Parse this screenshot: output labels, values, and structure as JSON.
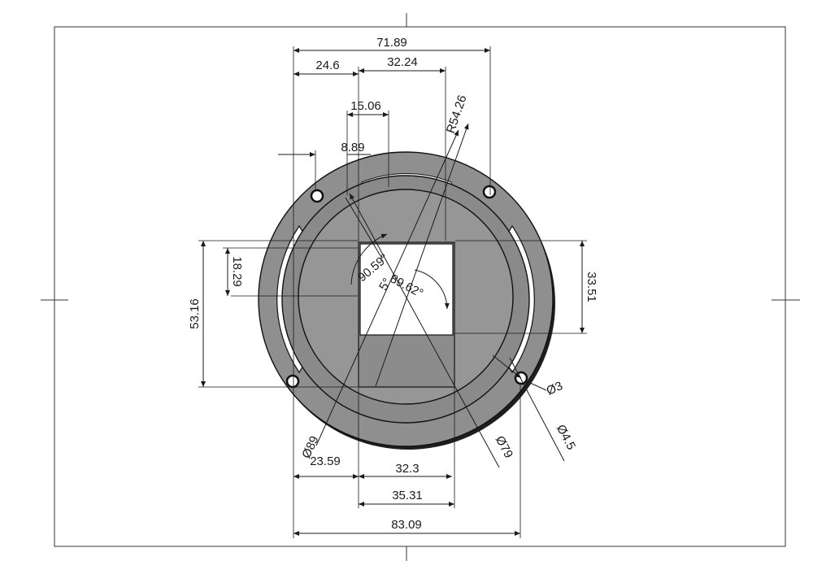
{
  "drawing": {
    "colors": {
      "part_face": "#8f8f8f",
      "part_inner": "#969696",
      "part_edge": "#111111",
      "background": "#ffffff",
      "annotation": "#1a1a1a"
    },
    "dimensions": {
      "top_overall": "71.89",
      "top_left": "24.6",
      "top_right": "32.24",
      "opening_offset": "15.06",
      "slot_offset": "8.89",
      "radius": "R54.26",
      "left_height": "53.16",
      "left_inner": "18.29",
      "right_height": "33.51",
      "angle_a": "90.59°",
      "angle_b": "89.62°",
      "angle_c": "5°",
      "hole_small": "Ø3",
      "hole_large": "Ø4.5",
      "outer_dia": "Ø89",
      "inner_dia": "Ø79",
      "bottom_left": "23.59",
      "bottom_opening": "32.3",
      "bottom_window": "35.31",
      "bottom_overall": "83.09"
    }
  }
}
